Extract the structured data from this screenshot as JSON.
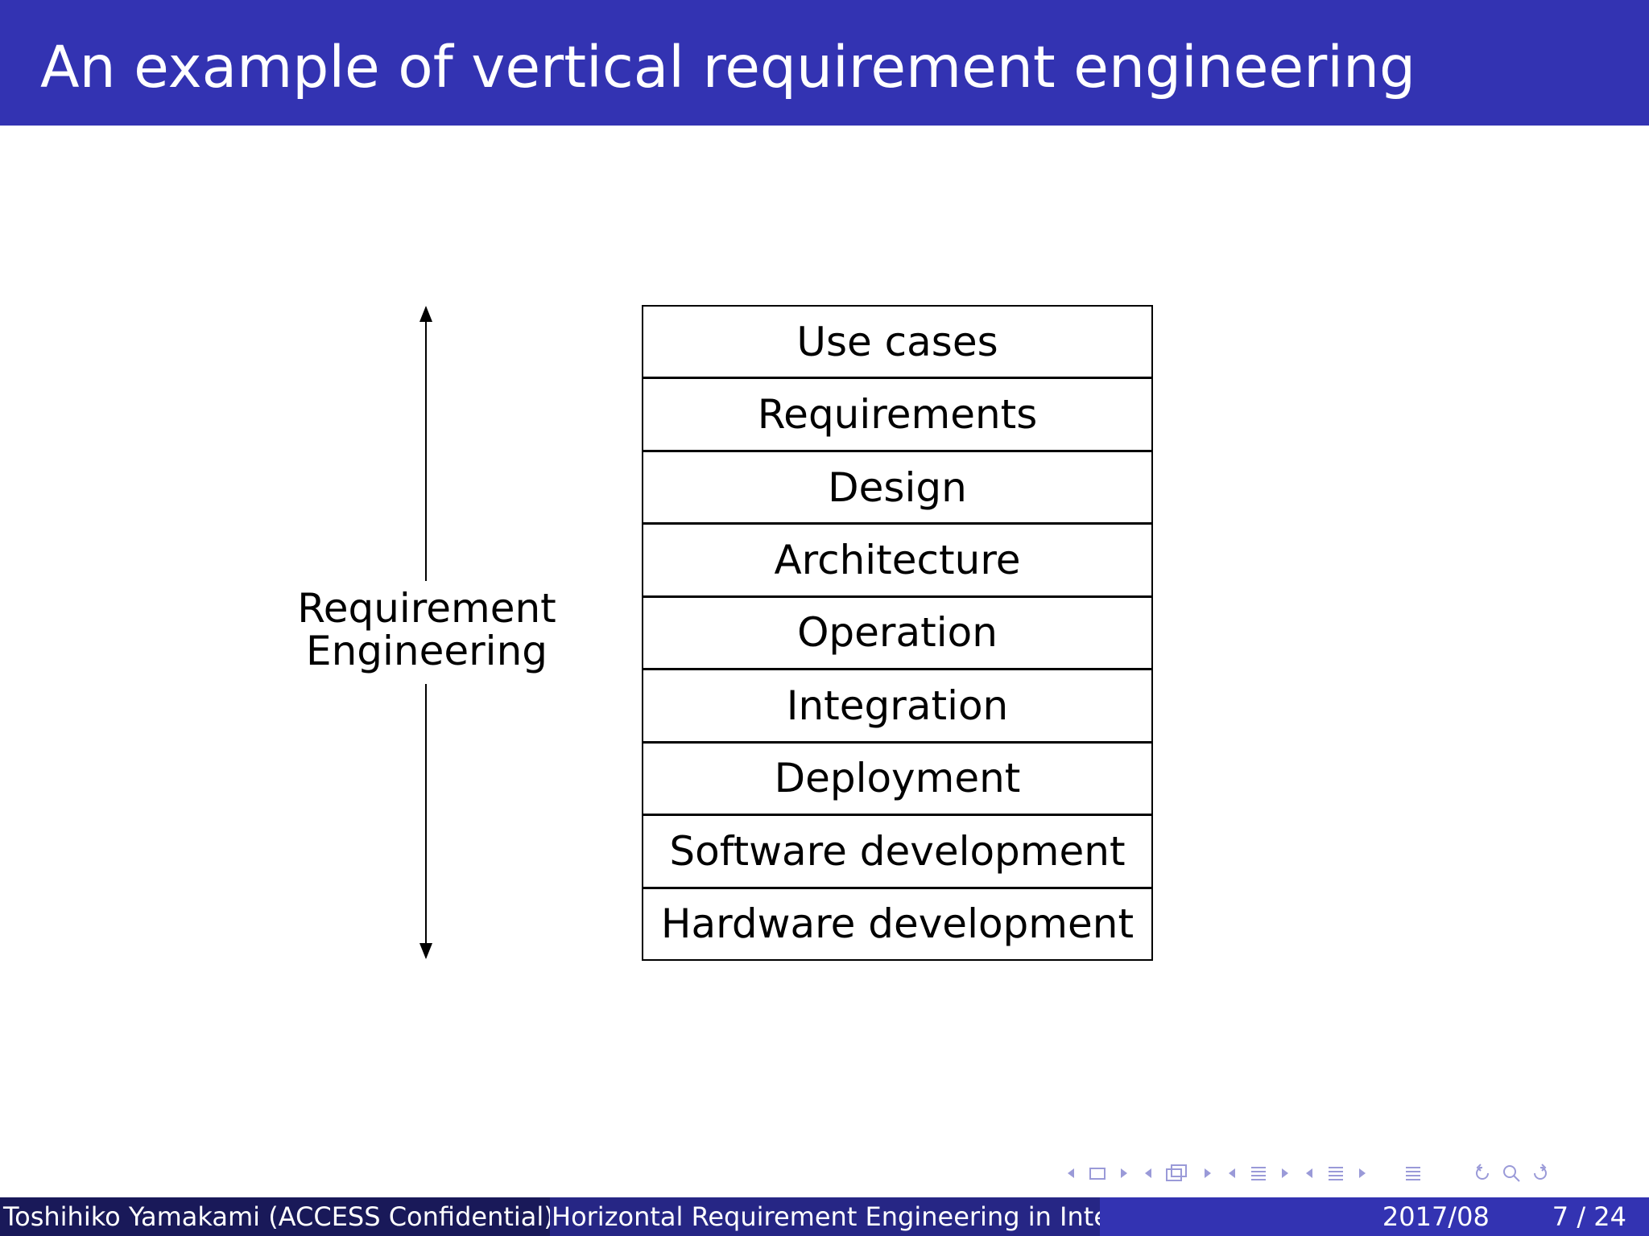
{
  "slide": {
    "title": "An example of vertical requirement engineering"
  },
  "diagram": {
    "layers": [
      "Use cases",
      "Requirements",
      "Design",
      "Architecture",
      "Operation",
      "Integration",
      "Deployment",
      "Software development",
      "Hardware development"
    ],
    "arrow_label": [
      "Requirement",
      "Engineering"
    ]
  },
  "footer": {
    "author": "Toshihiko Yamakami  (ACCESS Confidential)",
    "talk_title": "Horizontal Requirement Engineering in Integra",
    "date": "2017/08",
    "page": "7 / 24"
  },
  "navigation": {
    "icons": [
      "nav-prev-arrow-icon",
      "nav-frame-icon",
      "nav-next-arrow-icon",
      "nav-subsection-icon",
      "nav-section-icon",
      "nav-toc-icon",
      "nav-search-icon"
    ]
  },
  "colors": {
    "title_bar": "#3333b2",
    "footer_left": "#191959",
    "footer_mid": "#262685",
    "footer_right": "#3333b2",
    "nav_icons": "#9a9ad8"
  }
}
